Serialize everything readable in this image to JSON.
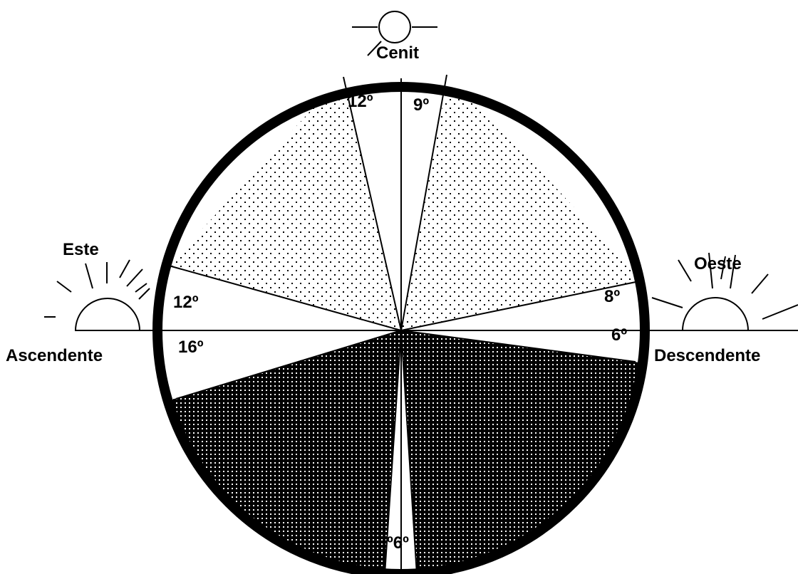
{
  "labels": {
    "zenith": "Cenit",
    "east": "Este",
    "west": "Oeste",
    "ascendant": "Ascendente",
    "descendant": "Descendente"
  },
  "angles": {
    "top_left": "12º",
    "top_right": "9º",
    "left_upper": "12º",
    "left_lower": "16º",
    "right_upper": "8º",
    "right_lower": "6º",
    "bottom": "º6º"
  },
  "colors": {
    "ink": "#000000",
    "paper": "#ffffff"
  }
}
